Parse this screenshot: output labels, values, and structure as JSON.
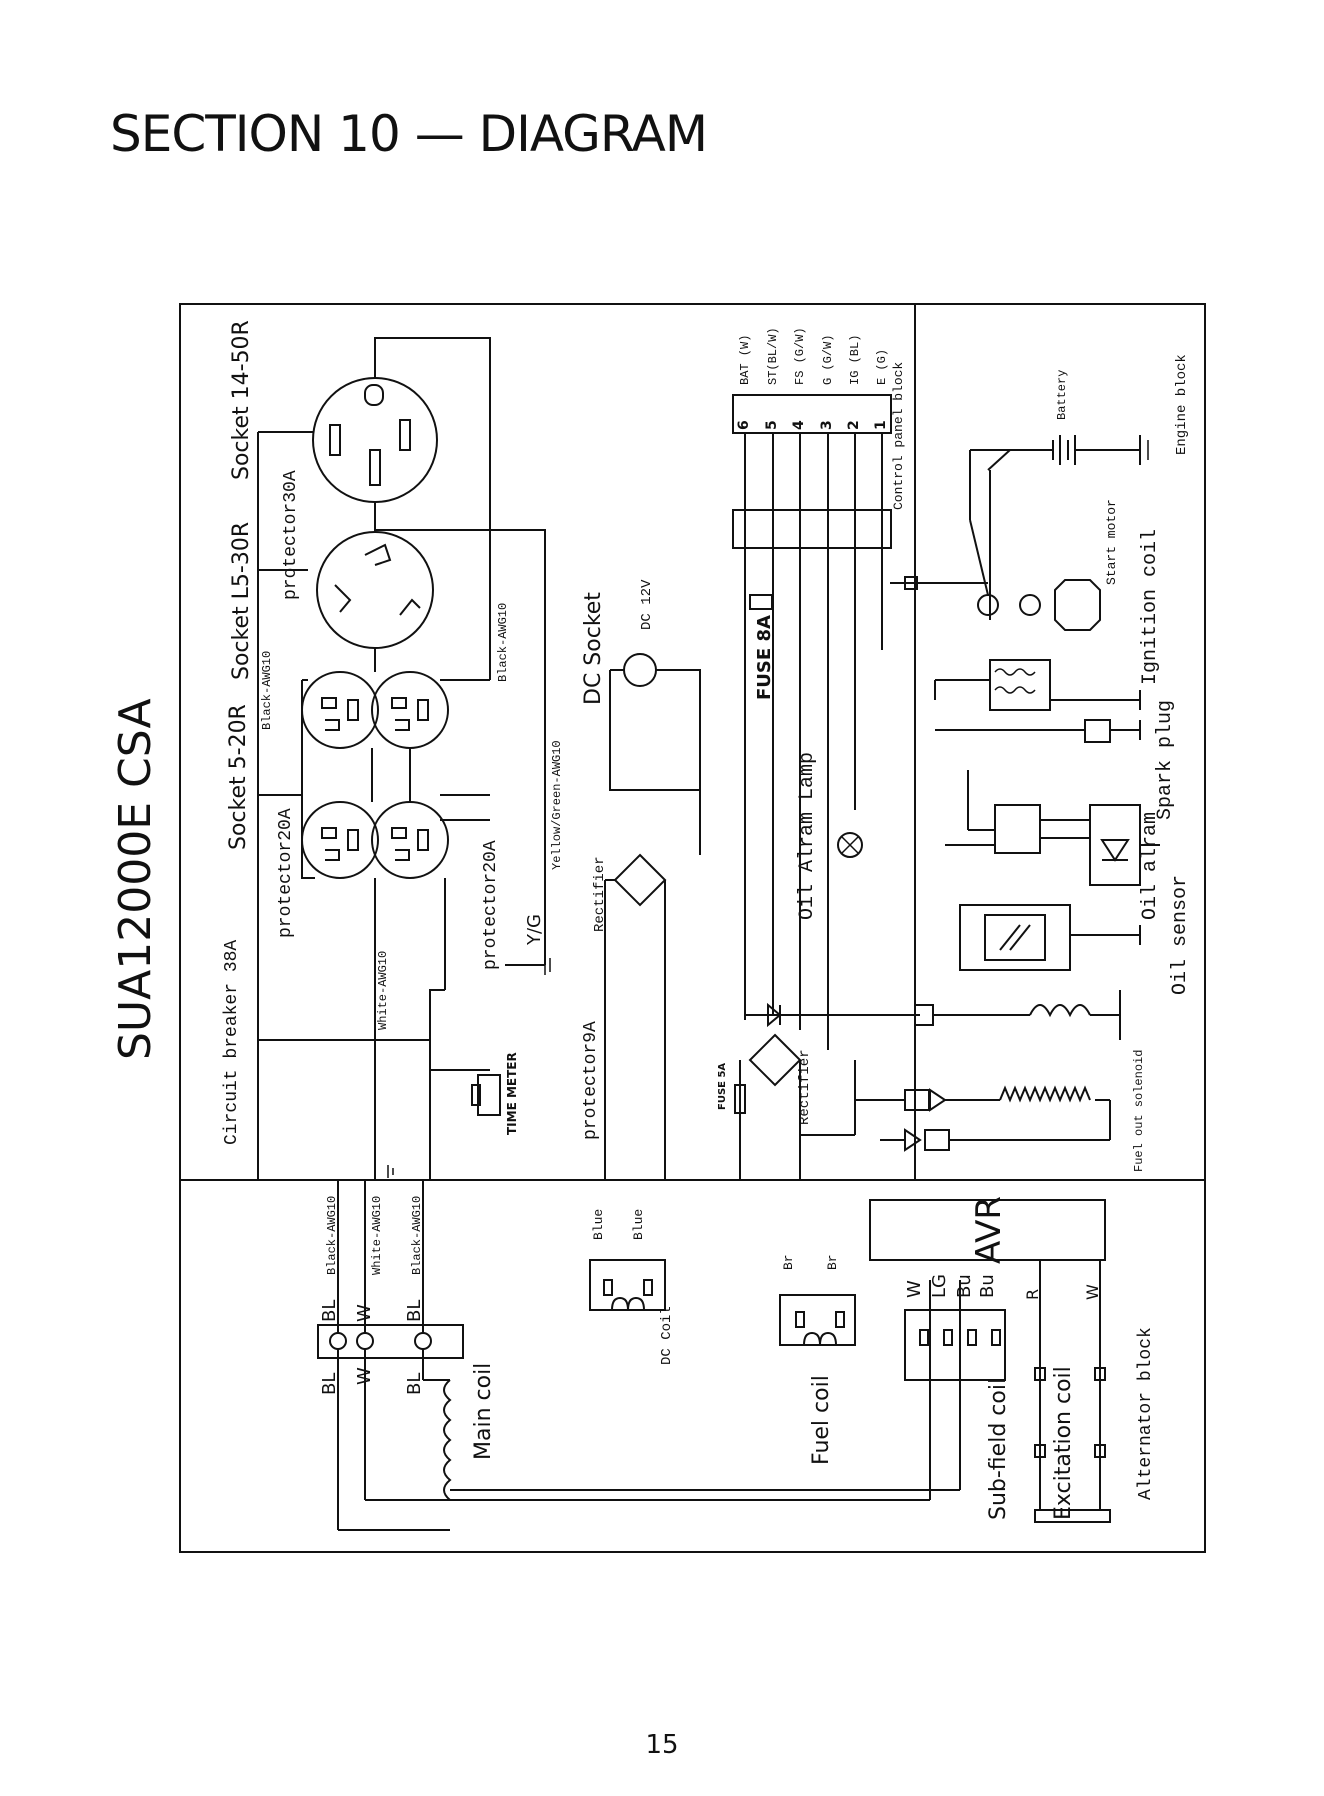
{
  "page": {
    "title": "SECTION 10 — DIAGRAM",
    "page_number": "15"
  },
  "diagram": {
    "model": "SUA12000E CSA",
    "labels": {
      "socket_1450r": "Socket 14-50R",
      "socket_l530r": "Socket L5-30R",
      "socket_520r": "Socket 5-20R",
      "protector30a": "protector30A",
      "protector20a_top": "protector20A",
      "protector20a_bottom": "protector20A",
      "circuit_breaker": "Circuit breaker 38A",
      "black_awg10_a": "Black-AWG10",
      "black_awg10_b": "Black-AWG10",
      "white_awg10_top": "White-AWG10",
      "yellow_green": "Yellow/Green-AWG10",
      "yg": "Y/G",
      "time_meter": "TIME METER",
      "dc_socket": "DC Socket",
      "dc_12v": "DC 12V",
      "rectifier_top": "Rectifier",
      "protector9a": "protector9A",
      "fuse_8a": "FUSE 8A",
      "oil_alarm_lamp": "Oil Alram Lamp",
      "fuse_5a": "FUSE 5A",
      "rectifier_bottom": "Rectifier",
      "control_panel_block": "Control panel block",
      "battery": "Battery",
      "engine_block": "Engine block",
      "start_motor": "Start motor",
      "ignition_coil": "Ignition coil",
      "spark_plug": "Spark plug",
      "oil_alarm": "Oil alram",
      "oil_sensor": "Oil sensor",
      "fuel_out_solenoid": "Fuel out solenoid",
      "black_awg10_left": "Black-AWG10",
      "white_awg10_left": "White-AWG10",
      "black_awg10_right": "Black-AWG10",
      "blue_1": "Blue",
      "blue_2": "Blue",
      "dc_coil": "DC Coil",
      "br_1": "Br",
      "br_2": "Br",
      "main_coil": "Main coil",
      "fuel_coil": "Fuel coil",
      "sub_field_coil": "Sub-field coil",
      "excitation_coil": "Excitation coil",
      "alternator_block": "Alternator block",
      "avr": "AVR",
      "bl_1": "BL",
      "w_1": "W",
      "bl_2": "BL",
      "bl_3": "BL",
      "w_2": "W",
      "bl_4": "BL",
      "w_3": "W",
      "lg": "LG",
      "bu_1": "Bu",
      "bu_2": "Bu",
      "r": "R",
      "w_4": "W"
    },
    "terminals": [
      {
        "num": "6",
        "label": "BAT (W)"
      },
      {
        "num": "5",
        "label": "ST(BL/W)"
      },
      {
        "num": "4",
        "label": "FS (G/W)"
      },
      {
        "num": "3",
        "label": "G (G/W)"
      },
      {
        "num": "2",
        "label": "IG (BL)"
      },
      {
        "num": "1",
        "label": "E (G)"
      }
    ]
  }
}
